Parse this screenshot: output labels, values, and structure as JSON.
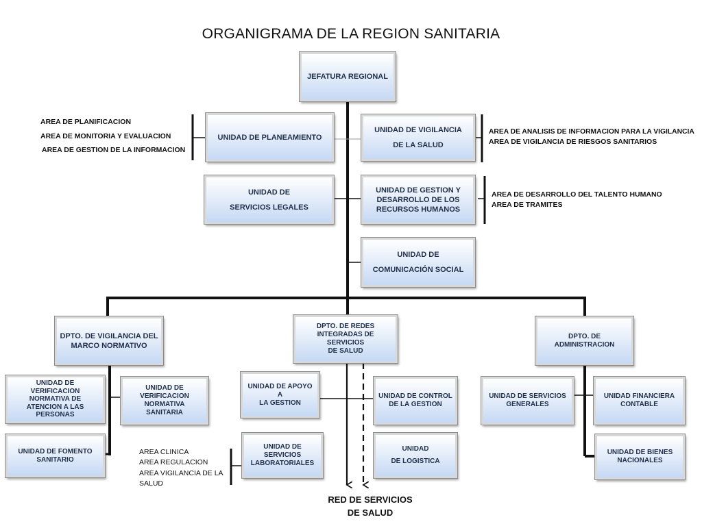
{
  "title": "ORGANIGRAMA DE LA REGION SANITARIA",
  "units": {
    "jefatura": "JEFATURA REGIONAL",
    "planeamiento": "UNIDAD DE PLANEAMIENTO",
    "vigilancia_salud": "UNIDAD DE VIGILANCIA\nDE LA SALUD",
    "servicios_legales": "UNIDAD DE\nSERVICIOS LEGALES",
    "rrhh": "UNIDAD DE GESTION Y\nDESARROLLO DE LOS\nRECURSOS HUMANOS",
    "comunicacion": "UNIDAD DE\nCOMUNICACIÓN SOCIAL",
    "dpto_vigilancia": "DPTO. DE VIGILANCIA DEL\nMARCO NORMATIVO",
    "dpto_redes": "DPTO. DE REDES\nINTEGRADAS DE SERVICIOS\nDE SALUD",
    "dpto_admin": "DPTO.  DE\nADMINISTRACION",
    "verif_atencion": "UNIDAD DE\nVERIFICACION\nNORMATIVA DE\nATENCION A LAS\nPERSONAS",
    "verif_sanitaria": "UNIDAD DE\nVERIFICACION\nNORMATIVA\nSANITARIA",
    "fomento": "UNIDAD DE FOMENTO\nSANITARIO",
    "apoyo_gestion": "UNIDAD DE APOYO A\nLA GESTION",
    "control_gestion": "UNIDAD DE CONTROL\nDE LA GESTION",
    "laboratoriales": "UNIDAD DE SERVICIOS\nLABORATORIALES",
    "logistica": "UNIDAD\nDE LOGISTICA",
    "servicios_generales": "UNIDAD DE SERVICIOS\nGENERALES",
    "financiera": "UNIDAD FINANCIERA\nCONTABLE",
    "bienes": "UNIDAD DE BIENES\nNACIONALES"
  },
  "areas": {
    "planeamiento": [
      "AREA DE PLANIFICACION",
      "AREA DE MONITORIA Y EVALUACION",
      "AREA DE GESTION DE LA INFORMACION"
    ],
    "vigilancia": [
      "AREA DE ANALISIS DE INFORMACION PARA LA VIGILANCIA",
      "AREA DE VIGILANCIA DE RIESGOS SANITARIOS"
    ],
    "rrhh": [
      "AREA DE DESARROLLO DEL TALENTO HUMANO",
      "AREA DE TRAMITES"
    ],
    "laboratorio": [
      "AREA  CLINICA",
      "AREA  REGULACION",
      "AREA VIGILANCIA DE LA",
      "SALUD"
    ]
  },
  "red_servicios": "RED DE SERVICIOS\nDE SALUD"
}
